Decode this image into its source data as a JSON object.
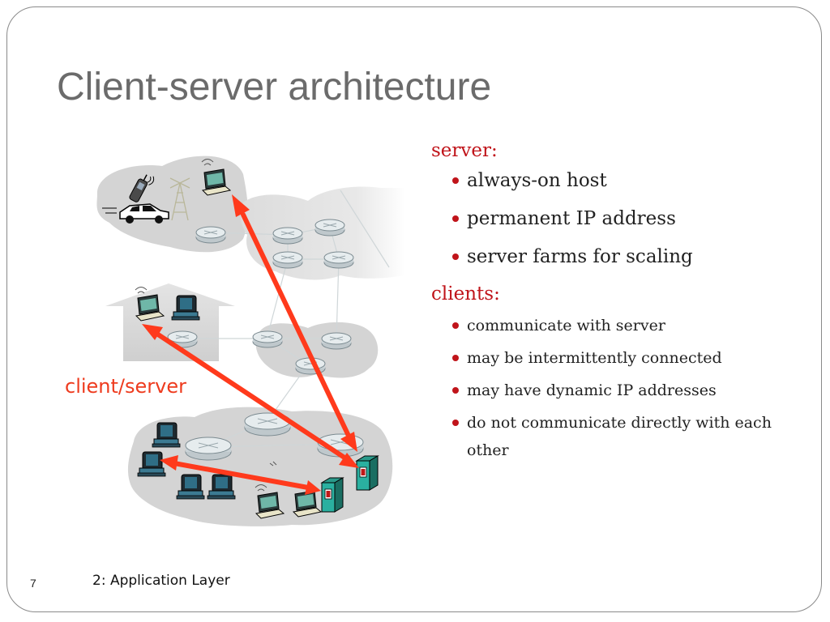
{
  "slide": {
    "title": "Client-server architecture",
    "diagram_label": "client/server",
    "server": {
      "heading": "server:",
      "items": [
        "always-on host",
        "permanent IP address",
        "server farms for scaling"
      ]
    },
    "clients": {
      "heading": "clients:",
      "items": [
        "communicate with server",
        "may be intermittently connected",
        "may have dynamic IP addresses",
        "do not communicate directly with each other"
      ]
    },
    "footer": {
      "page_number": "7",
      "chapter": "2: Application Layer"
    }
  },
  "colors": {
    "accent_red": "#c0141a",
    "arrow": "#ff3a1c",
    "cloud_gray": "#d9d9d9"
  },
  "icons": [
    "router-icon",
    "laptop-icon",
    "desktop-icon",
    "server-tower-icon",
    "cellphone-icon",
    "car-icon",
    "cell-tower-icon",
    "house-icon"
  ]
}
